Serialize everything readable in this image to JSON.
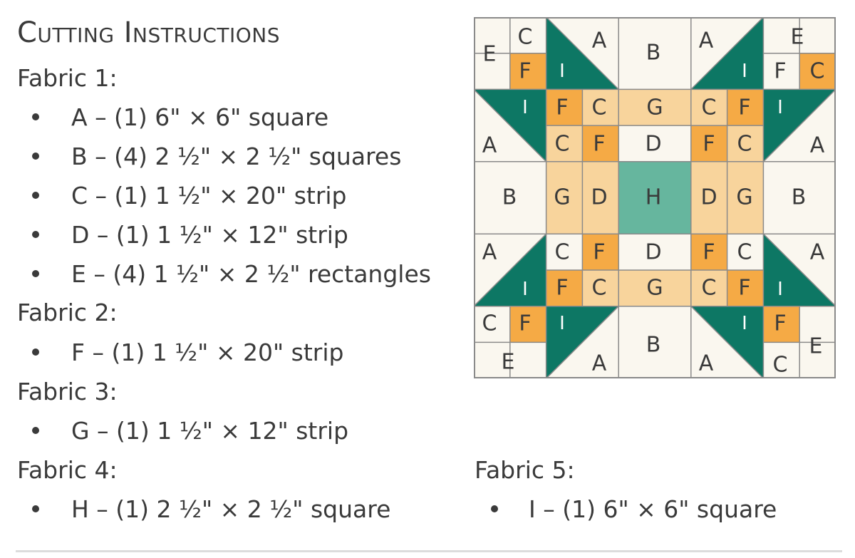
{
  "title": "Cutting Instructions",
  "fabrics": [
    {
      "heading": "Fabric 1:",
      "items": [
        "A – (1) 6\" × 6\" square",
        "B – (4) 2 ½\" × 2 ½\" squares",
        "C – (1) 1 ½\" × 20\" strip",
        "D – (1) 1 ½\" × 12\" strip",
        "E – (4) 1 ½\" × 2 ½\" rectangles"
      ]
    },
    {
      "heading": "Fabric 2:",
      "items": [
        "F – (1) 1 ½\" × 20\" strip"
      ]
    },
    {
      "heading": "Fabric 3:",
      "items": [
        "G – (1) 1 ½\" × 12\" strip"
      ]
    },
    {
      "heading": "Fabric 4:",
      "items": [
        "H – (1) 2 ½\" × 2 ½\" square"
      ]
    },
    {
      "heading": "Fabric 5:",
      "items": [
        "I – (1) 6\" × 6\" square"
      ]
    }
  ],
  "colors": {
    "cream": "#faf7ef",
    "orange": "#f5aa45",
    "light_orange": "#f8d49c",
    "mint": "#66b69e",
    "teal": "#0d7764",
    "outline": "#8a8a8a",
    "text": "#3a3a3a"
  },
  "block_labels": {
    "A": "A",
    "B": "B",
    "C": "C",
    "D": "D",
    "E": "E",
    "F": "F",
    "G": "G",
    "H": "H",
    "I": "I"
  }
}
